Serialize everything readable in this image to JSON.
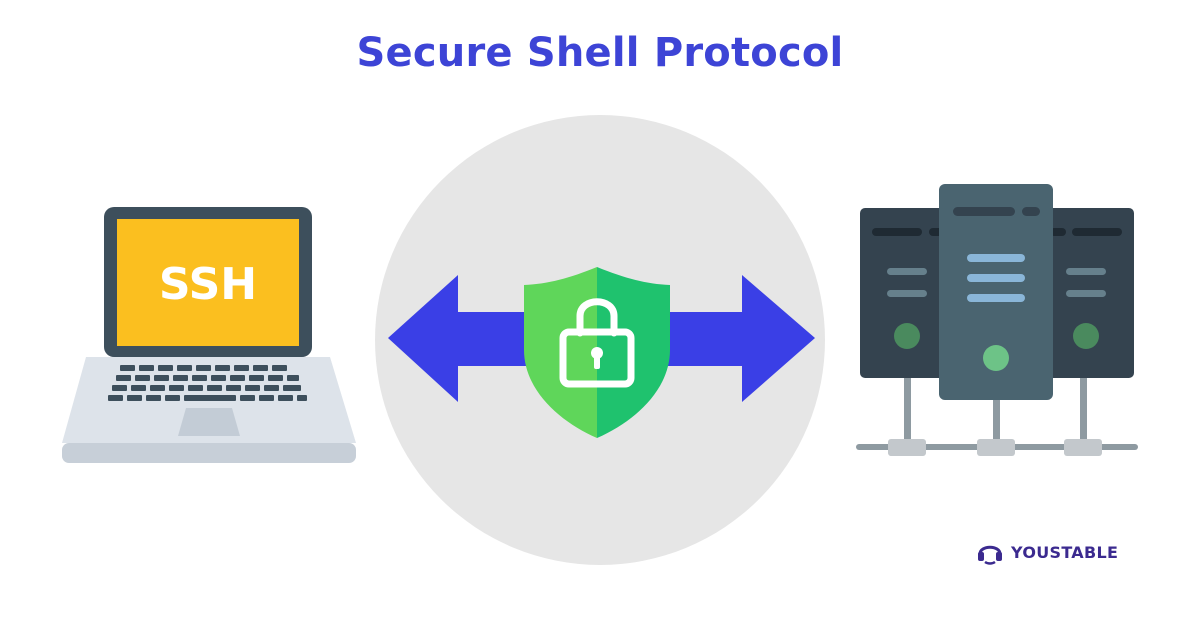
{
  "title": "Secure Shell Protocol",
  "laptop": {
    "screen_text": "SSH"
  },
  "brand": {
    "name": "YOUSTABLE"
  },
  "colors": {
    "title": "#3d44d6",
    "arrow": "#3a3fe6",
    "shield_left": "#5fd65a",
    "shield_right": "#1fc26e",
    "laptop_screen": "#fbbf1f",
    "laptop_frame": "#3d4f5c",
    "server_dark": "#34434f",
    "server_mid": "#4a6470",
    "circle_bg": "#e6e6e6",
    "brand": "#3b2a8f"
  },
  "icons": [
    "laptop-icon",
    "server-rack-icon",
    "shield-lock-icon",
    "double-arrow-icon",
    "brand-logo-icon"
  ]
}
